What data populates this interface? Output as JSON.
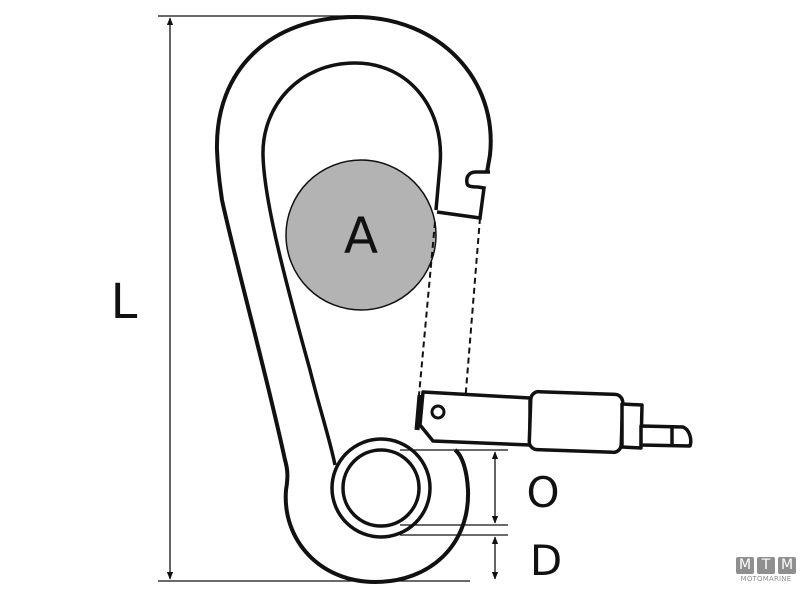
{
  "diagram": {
    "subject": "snap hook carabiner with screw-lock gate, technical dimension drawing",
    "labels": {
      "length": "L",
      "gate_opening": "A",
      "eye_inner": "O",
      "wire_diameter": "D"
    },
    "colors": {
      "line": "#111111",
      "opening_fill": "#b3b3b3",
      "background": "#ffffff",
      "logo": "#8f8f8f"
    }
  },
  "logo": {
    "letters": [
      "M",
      "T",
      "M"
    ],
    "brand": "MOTOMARINE"
  }
}
